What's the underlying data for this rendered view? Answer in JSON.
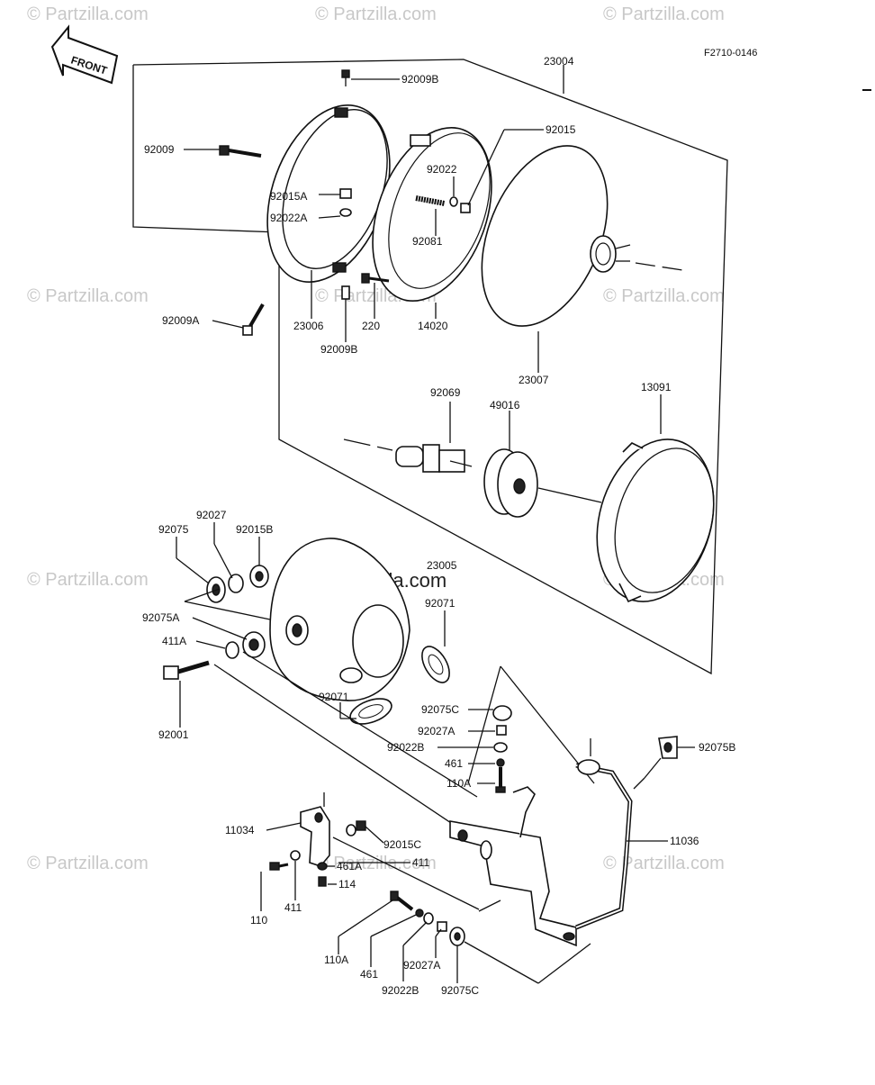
{
  "figure_code": "F2710-0146",
  "front_label": "FRONT",
  "watermark": "© Partzilla.com",
  "part_labels": {
    "p23004": "23004",
    "p92009B_top": "92009B",
    "p92015": "92015",
    "p92009": "92009",
    "p92022": "92022",
    "p92015A": "92015A",
    "p92022A": "92022A",
    "p92081": "92081",
    "p92009A": "92009A",
    "p23006": "23006",
    "p220": "220",
    "p14020": "14020",
    "p23007": "23007",
    "p92009B_low": "92009B",
    "p92069": "92069",
    "p49016": "49016",
    "p13091": "13091",
    "p92075": "92075",
    "p92027": "92027",
    "p92015B": "92015B",
    "p23005": "23005",
    "p92075A": "92075A",
    "p92071_a": "92071",
    "p411A": "411A",
    "p92001": "92001",
    "p92071_b": "92071",
    "p92075C_a": "92075C",
    "p92027A_a": "92027A",
    "p92022B_a": "92022B",
    "p461_a": "461",
    "p110A_a": "110A",
    "p92075B": "92075B",
    "p11034": "11034",
    "p92015C": "92015C",
    "p11036": "11036",
    "p461A": "461A",
    "p411_a": "411",
    "p114": "114",
    "p110": "110",
    "p411_b": "411",
    "p110A_b": "110A",
    "p461_b": "461",
    "p92027A_b": "92027A",
    "p92022B_b": "92022B",
    "p92075C_b": "92075C"
  }
}
